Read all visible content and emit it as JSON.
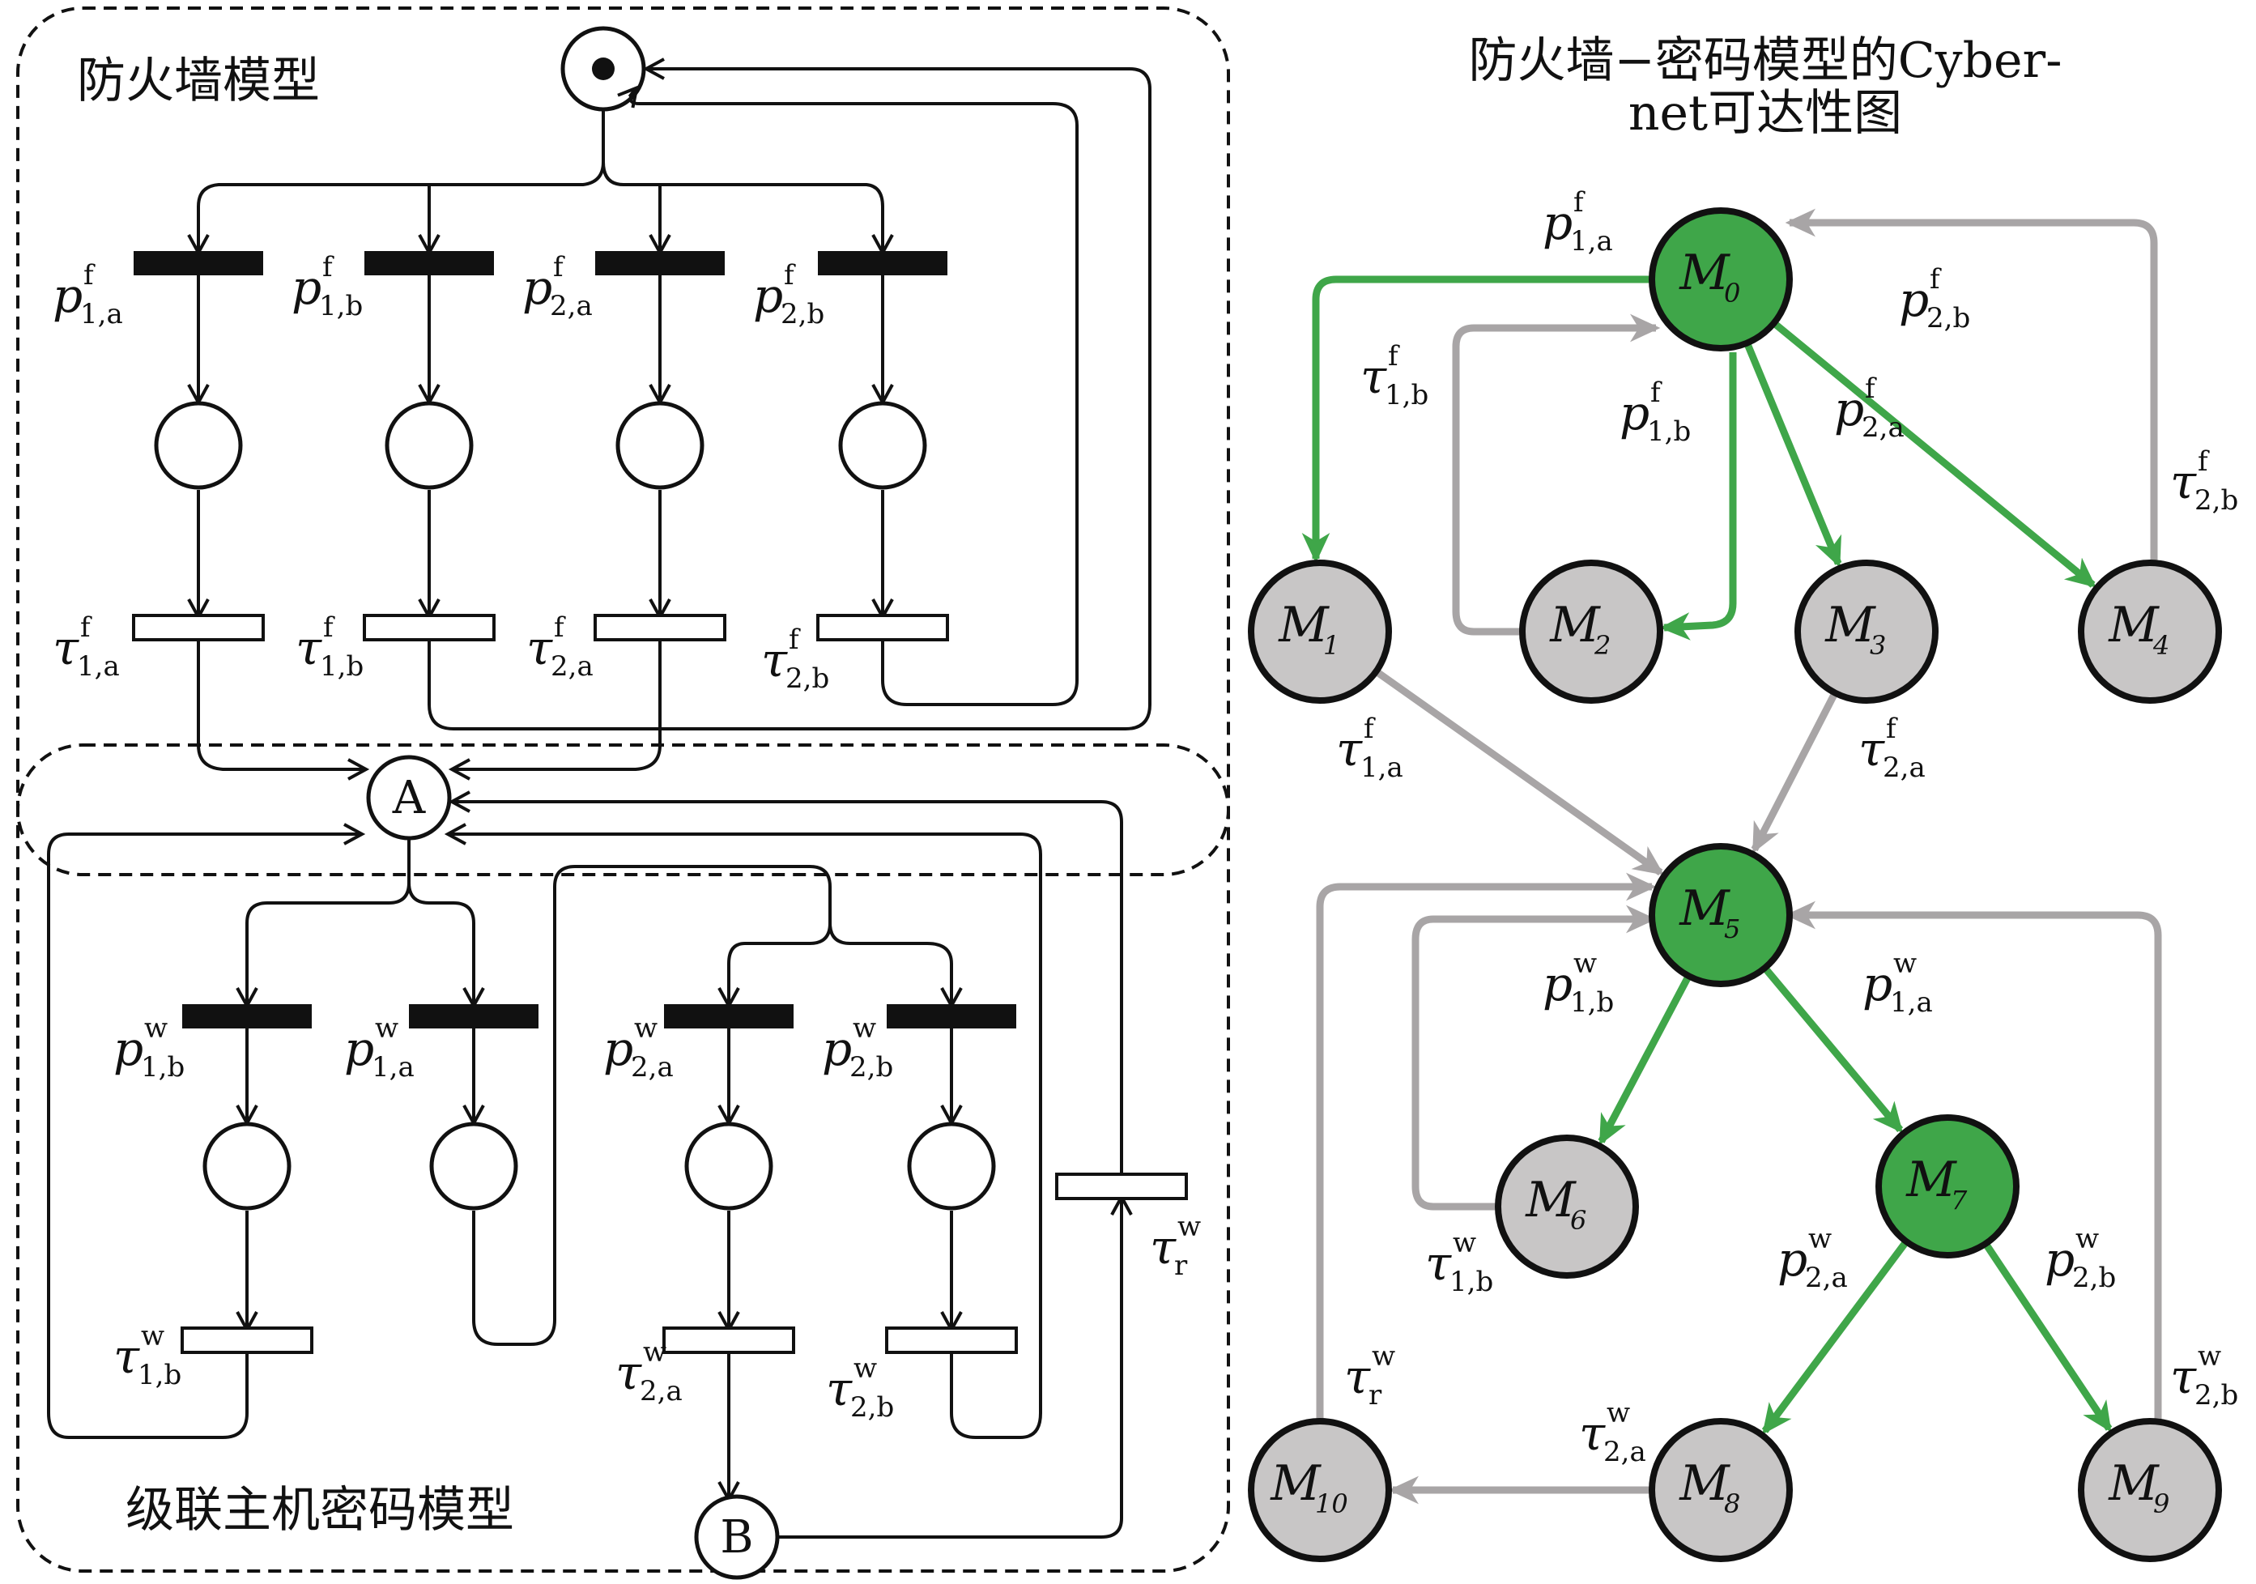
{
  "left_panel": {
    "firewall_title": "防火墙模型",
    "password_title": "级联主机密码模型",
    "place_A": "A",
    "place_B": "B",
    "firewall_labels": {
      "p": [
        {
          "base": "p",
          "sup": "f",
          "sub": "1,a"
        },
        {
          "base": "p",
          "sup": "f",
          "sub": "1,b"
        },
        {
          "base": "p",
          "sup": "f",
          "sub": "2,a"
        },
        {
          "base": "p",
          "sup": "f",
          "sub": "2,b"
        }
      ],
      "tau": [
        {
          "base": "τ",
          "sup": "f",
          "sub": "1,a"
        },
        {
          "base": "τ",
          "sup": "f",
          "sub": "1,b"
        },
        {
          "base": "τ",
          "sup": "f",
          "sub": "2,a"
        },
        {
          "base": "τ",
          "sup": "f",
          "sub": "2,b"
        }
      ]
    },
    "password_labels": {
      "p": [
        {
          "base": "p",
          "sup": "w",
          "sub": "1,b"
        },
        {
          "base": "p",
          "sup": "w",
          "sub": "1,a"
        },
        {
          "base": "p",
          "sup": "w",
          "sub": "2,a"
        },
        {
          "base": "p",
          "sup": "w",
          "sub": "2,b"
        }
      ],
      "tau": [
        {
          "base": "τ",
          "sup": "w",
          "sub": "1,b"
        },
        {
          "base": "τ",
          "sup": "w",
          "sub": "2,a"
        },
        {
          "base": "τ",
          "sup": "w",
          "sub": "2,b"
        }
      ],
      "tau_r": {
        "base": "τ",
        "sup": "w",
        "sub": "r"
      }
    }
  },
  "right_panel": {
    "title_line1": "防火墙−密码模型的Cyber-",
    "title_line2": "net可达性图",
    "colors": {
      "green": "#3fa649",
      "gray": "#c8c6c6",
      "edge_gray": "#a8a5a6",
      "edge_green": "#3fa649"
    },
    "nodes": [
      {
        "id": "M0",
        "base": "M",
        "sub": "0",
        "state": "green"
      },
      {
        "id": "M1",
        "base": "M",
        "sub": "1",
        "state": "gray"
      },
      {
        "id": "M2",
        "base": "M",
        "sub": "2",
        "state": "gray"
      },
      {
        "id": "M3",
        "base": "M",
        "sub": "3",
        "state": "gray"
      },
      {
        "id": "M4",
        "base": "M",
        "sub": "4",
        "state": "gray"
      },
      {
        "id": "M5",
        "base": "M",
        "sub": "5",
        "state": "green"
      },
      {
        "id": "M6",
        "base": "M",
        "sub": "6",
        "state": "gray"
      },
      {
        "id": "M7",
        "base": "M",
        "sub": "7",
        "state": "green"
      },
      {
        "id": "M8",
        "base": "M",
        "sub": "8",
        "state": "gray"
      },
      {
        "id": "M9",
        "base": "M",
        "sub": "9",
        "state": "gray"
      },
      {
        "id": "M10",
        "base": "M",
        "sub": "10",
        "state": "gray"
      }
    ],
    "edges": [
      {
        "from": "M0",
        "to": "M1",
        "color": "green",
        "label": {
          "base": "p",
          "sup": "f",
          "sub": "1,a"
        }
      },
      {
        "from": "M0",
        "to": "M2",
        "color": "green",
        "label": {
          "base": "p",
          "sup": "f",
          "sub": "1,b"
        }
      },
      {
        "from": "M0",
        "to": "M3",
        "color": "green",
        "label": {
          "base": "p",
          "sup": "f",
          "sub": "2,a"
        }
      },
      {
        "from": "M0",
        "to": "M4",
        "color": "green",
        "label": {
          "base": "p",
          "sup": "f",
          "sub": "2,b"
        }
      },
      {
        "from": "M2",
        "to": "M0",
        "color": "gray",
        "label": {
          "base": "τ",
          "sup": "f",
          "sub": "1,b"
        }
      },
      {
        "from": "M4",
        "to": "M0",
        "color": "gray",
        "label": {
          "base": "τ",
          "sup": "f",
          "sub": "2,b"
        }
      },
      {
        "from": "M1",
        "to": "M5",
        "color": "gray",
        "label": {
          "base": "τ",
          "sup": "f",
          "sub": "1,a"
        }
      },
      {
        "from": "M3",
        "to": "M5",
        "color": "gray",
        "label": {
          "base": "τ",
          "sup": "f",
          "sub": "2,a"
        }
      },
      {
        "from": "M5",
        "to": "M6",
        "color": "green",
        "label": {
          "base": "p",
          "sup": "w",
          "sub": "1,b"
        }
      },
      {
        "from": "M5",
        "to": "M7",
        "color": "green",
        "label": {
          "base": "p",
          "sup": "w",
          "sub": "1,a"
        }
      },
      {
        "from": "M6",
        "to": "M5",
        "color": "gray",
        "label": {
          "base": "τ",
          "sup": "w",
          "sub": "1,b"
        }
      },
      {
        "from": "M7",
        "to": "M8",
        "color": "green",
        "label": {
          "base": "p",
          "sup": "w",
          "sub": "2,a"
        }
      },
      {
        "from": "M7",
        "to": "M9",
        "color": "green",
        "label": {
          "base": "p",
          "sup": "w",
          "sub": "2,b"
        }
      },
      {
        "from": "M8",
        "to": "M10",
        "color": "gray",
        "label": {
          "base": "τ",
          "sup": "w",
          "sub": "2,a"
        }
      },
      {
        "from": "M9",
        "to": "M5",
        "color": "gray",
        "label": {
          "base": "τ",
          "sup": "w",
          "sub": "2,b"
        }
      },
      {
        "from": "M10",
        "to": "M5",
        "color": "gray",
        "label": {
          "base": "τ",
          "sup": "w",
          "sub": "r"
        }
      }
    ]
  }
}
